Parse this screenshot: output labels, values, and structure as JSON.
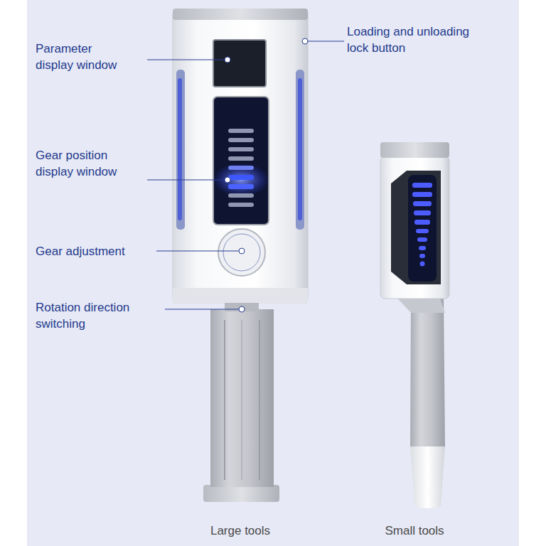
{
  "diagram": {
    "labels": [
      "Parameter display window",
      "Loading and unloading lock button",
      "Gear position display window",
      "Gear adjustment",
      "Rotation direction switching",
      "Large tools",
      "Small tools"
    ]
  }
}
